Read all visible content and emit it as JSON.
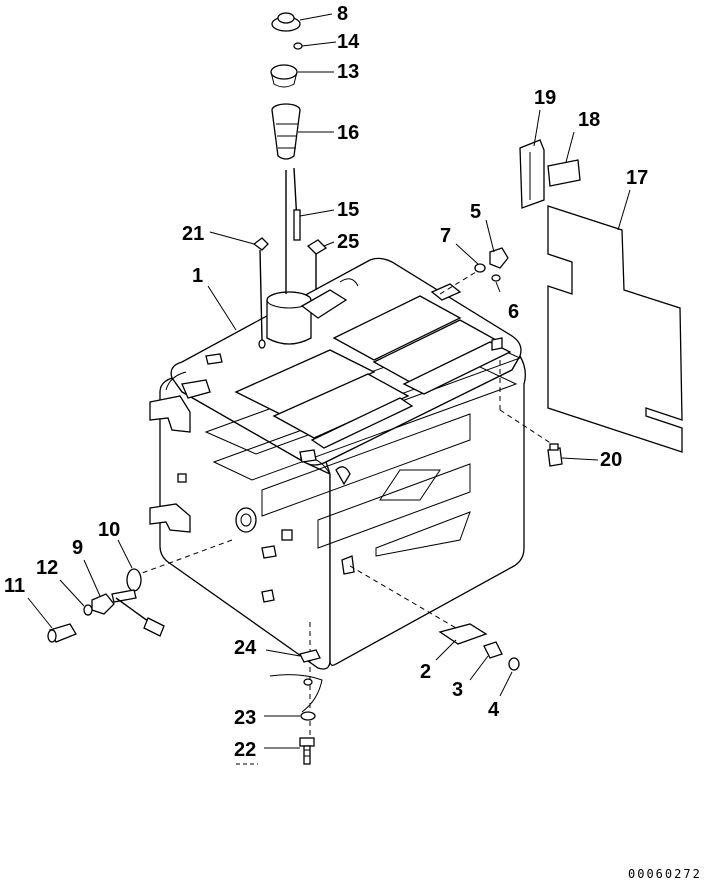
{
  "callouts": [
    {
      "id": "c1",
      "text": "1"
    },
    {
      "id": "c2",
      "text": "2"
    },
    {
      "id": "c3",
      "text": "3"
    },
    {
      "id": "c4",
      "text": "4"
    },
    {
      "id": "c5",
      "text": "5"
    },
    {
      "id": "c6",
      "text": "6"
    },
    {
      "id": "c7",
      "text": "7"
    },
    {
      "id": "c8",
      "text": "8"
    },
    {
      "id": "c9",
      "text": "9"
    },
    {
      "id": "c10",
      "text": "10"
    },
    {
      "id": "c11",
      "text": "11"
    },
    {
      "id": "c12",
      "text": "12"
    },
    {
      "id": "c13",
      "text": "13"
    },
    {
      "id": "c14",
      "text": "14"
    },
    {
      "id": "c15",
      "text": "15"
    },
    {
      "id": "c16",
      "text": "16"
    },
    {
      "id": "c17",
      "text": "17"
    },
    {
      "id": "c18",
      "text": "18"
    },
    {
      "id": "c19",
      "text": "19"
    },
    {
      "id": "c20",
      "text": "20"
    },
    {
      "id": "c21",
      "text": "21"
    },
    {
      "id": "c22",
      "text": "22"
    },
    {
      "id": "c23",
      "text": "23"
    },
    {
      "id": "c24",
      "text": "24"
    },
    {
      "id": "c25",
      "text": "25"
    }
  ],
  "figure_number": "00060272"
}
